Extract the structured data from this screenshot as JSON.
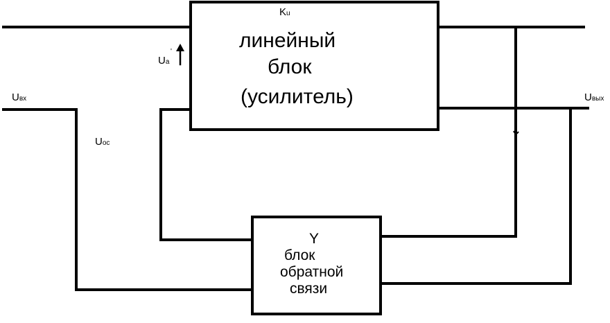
{
  "amp_block": {
    "gain_symbol": "K",
    "gain_subscript": "u",
    "line1": "линейный",
    "line2": "блок",
    "line3": "(усилитель)"
  },
  "feedback_block": {
    "symbol": "Y",
    "line1": "блок",
    "line2": "обратной",
    "line3": "связи"
  },
  "labels": {
    "u_in": {
      "main": "U",
      "sub": "вх"
    },
    "u_out": {
      "main": "U",
      "sub": "вых"
    },
    "u_fb": {
      "main": "U",
      "sub": "ос"
    },
    "u_a": {
      "main": "U",
      "sub": "a",
      "mark": "'"
    }
  }
}
